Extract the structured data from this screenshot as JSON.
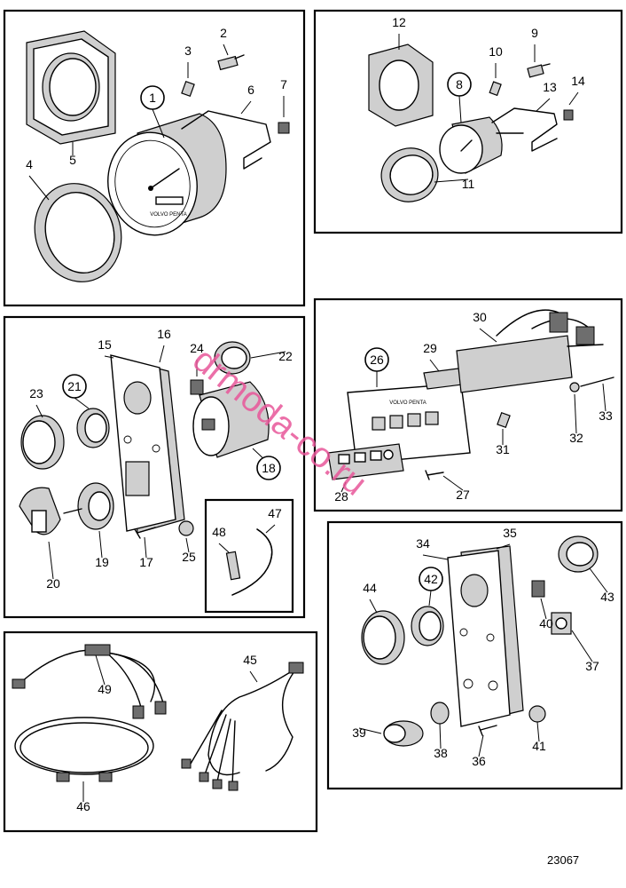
{
  "diagram": {
    "reference_number": "23067",
    "watermark": "drmoda-co.ru",
    "brand_marking": "VOLVO PENTA",
    "panels": [
      {
        "id": "tachometer-group",
        "parts": [
          "1",
          "2",
          "3",
          "4",
          "5",
          "6",
          "7"
        ],
        "circled": [
          "1"
        ]
      },
      {
        "id": "gauge-group",
        "parts": [
          "8",
          "9",
          "10",
          "11",
          "12",
          "13",
          "14"
        ],
        "circled": [
          "8"
        ]
      },
      {
        "id": "switch-panel-group",
        "parts": [
          "15",
          "16",
          "17",
          "18",
          "19",
          "20",
          "21",
          "22",
          "23",
          "24",
          "25",
          "47",
          "48"
        ],
        "circled": [
          "18",
          "21"
        ]
      },
      {
        "id": "warning-panel-group",
        "parts": [
          "26",
          "27",
          "28",
          "29",
          "30",
          "31",
          "32",
          "33"
        ],
        "circled": [
          "26"
        ]
      },
      {
        "id": "alarm-panel-group",
        "parts": [
          "34",
          "35",
          "36",
          "37",
          "38",
          "39",
          "40",
          "41",
          "42",
          "43",
          "44"
        ],
        "circled": [
          "42"
        ]
      },
      {
        "id": "cable-group",
        "parts": [
          "45",
          "46",
          "49"
        ],
        "circled": []
      }
    ]
  }
}
